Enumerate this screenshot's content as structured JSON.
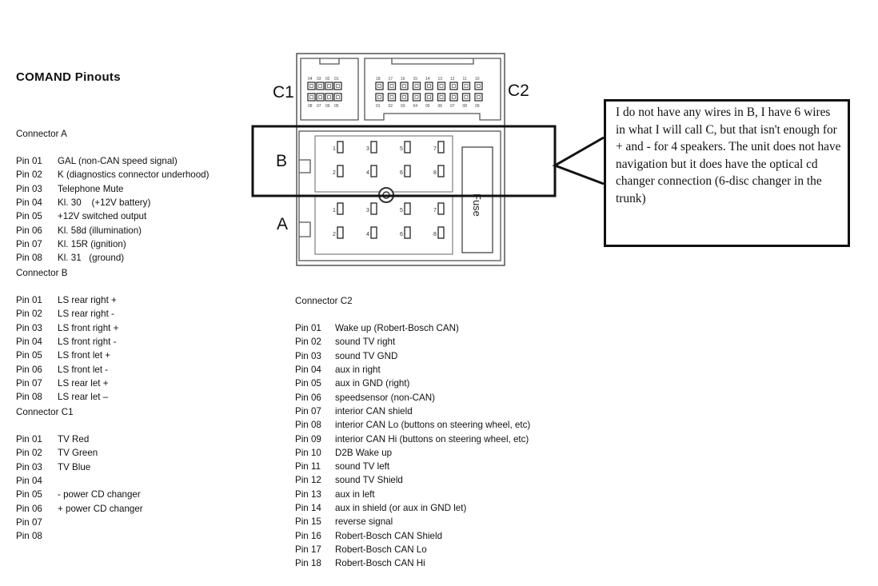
{
  "title": "COMAND Pinouts",
  "connector_a": {
    "header": "Connector A",
    "pins": [
      {
        "pin": "Pin 01",
        "desc": "GAL (non-CAN speed signal)"
      },
      {
        "pin": "Pin 02",
        "desc": "K (diagnostics connector underhood)"
      },
      {
        "pin": "Pin 03",
        "desc": "Telephone Mute"
      },
      {
        "pin": "Pin 04",
        "desc": "Kl. 30    (+12V battery)"
      },
      {
        "pin": "Pin 05",
        "desc": "+12V switched output"
      },
      {
        "pin": "Pin 06",
        "desc": "Kl. 58d (illumination)"
      },
      {
        "pin": "Pin 07",
        "desc": "Kl. 15R (ignition)"
      },
      {
        "pin": "Pin 08",
        "desc": "Kl. 31   (ground)"
      }
    ]
  },
  "connector_b": {
    "header": "Connector B",
    "pins": [
      {
        "pin": "Pin 01",
        "desc": "LS rear right +"
      },
      {
        "pin": "Pin 02",
        "desc": "LS rear right -"
      },
      {
        "pin": "Pin 03",
        "desc": "LS front right +"
      },
      {
        "pin": "Pin 04",
        "desc": "LS front right -"
      },
      {
        "pin": "Pin 05",
        "desc": "LS front let +"
      },
      {
        "pin": "Pin 06",
        "desc": "LS front let -"
      },
      {
        "pin": "Pin 07",
        "desc": "LS rear let +"
      },
      {
        "pin": "Pin 08",
        "desc": "LS rear let –"
      }
    ]
  },
  "connector_c1": {
    "header": "Connector C1",
    "pins": [
      {
        "pin": "Pin 01",
        "desc": "TV Red"
      },
      {
        "pin": "Pin 02",
        "desc": "TV Green"
      },
      {
        "pin": "Pin 03",
        "desc": "TV Blue"
      },
      {
        "pin": "Pin 04",
        "desc": ""
      },
      {
        "pin": "Pin 05",
        "desc": "- power CD changer"
      },
      {
        "pin": "Pin 06",
        "desc": "+ power CD changer"
      },
      {
        "pin": "Pin 07",
        "desc": ""
      },
      {
        "pin": "Pin 08",
        "desc": ""
      }
    ]
  },
  "connector_c2": {
    "header": "Connector C2",
    "pins": [
      {
        "pin": "Pin 01",
        "desc": "Wake up (Robert-Bosch CAN)"
      },
      {
        "pin": "Pin 02",
        "desc": "sound TV right"
      },
      {
        "pin": "Pin 03",
        "desc": "sound TV GND"
      },
      {
        "pin": "Pin 04",
        "desc": "aux in right"
      },
      {
        "pin": "Pin 05",
        "desc": "aux in GND (right)"
      },
      {
        "pin": "Pin 06",
        "desc": "speedsensor (non-CAN)"
      },
      {
        "pin": "Pin 07",
        "desc": "interior CAN shield"
      },
      {
        "pin": "Pin 08",
        "desc": "interior CAN Lo (buttons on steering wheel, etc)"
      },
      {
        "pin": "Pin 09",
        "desc": "interior CAN Hi (buttons on steering wheel, etc)"
      },
      {
        "pin": "Pin 10",
        "desc": "D2B Wake up"
      },
      {
        "pin": "Pin 11",
        "desc": "sound TV left"
      },
      {
        "pin": "Pin 12",
        "desc": "sound TV Shield"
      },
      {
        "pin": "Pin 13",
        "desc": "aux in left"
      },
      {
        "pin": "Pin 14",
        "desc": "aux in shield (or aux in GND let)"
      },
      {
        "pin": "Pin 15",
        "desc": "reverse signal"
      },
      {
        "pin": "Pin 16",
        "desc": "Robert-Bosch CAN Shield"
      },
      {
        "pin": "Pin 17",
        "desc": "Robert-Bosch CAN Lo"
      },
      {
        "pin": "Pin 18",
        "desc": "Robert-Bosch CAN Hi"
      }
    ]
  },
  "diagram": {
    "label_c1": "C1",
    "label_c2": "C2",
    "label_b": "B",
    "label_a": "A",
    "fuse_label": "Fuse",
    "c1_top_pins": [
      "04",
      "03",
      "02",
      "01"
    ],
    "c1_bottom_pins": [
      "08",
      "07",
      "06",
      "05"
    ],
    "c2_top_pins": [
      "18",
      "17",
      "16",
      "15",
      "14",
      "13",
      "12",
      "11",
      "10"
    ],
    "c2_bottom_pins": [
      "01",
      "02",
      "03",
      "04",
      "05",
      "06",
      "07",
      "08",
      "09"
    ],
    "b_pins": [
      "1",
      "3",
      "5",
      "7",
      "2",
      "4",
      "6",
      "8"
    ],
    "a_pins": [
      "1",
      "3",
      "5",
      "7",
      "2",
      "4",
      "6",
      "8"
    ]
  },
  "callout": {
    "text": "I do not have any wires in B, I have 6 wires in what I will call C, but that isn't enough for + and - for 4 speakers.  The unit does not have navigation but it does have the optical cd changer connection (6-disc changer in the trunk)"
  }
}
